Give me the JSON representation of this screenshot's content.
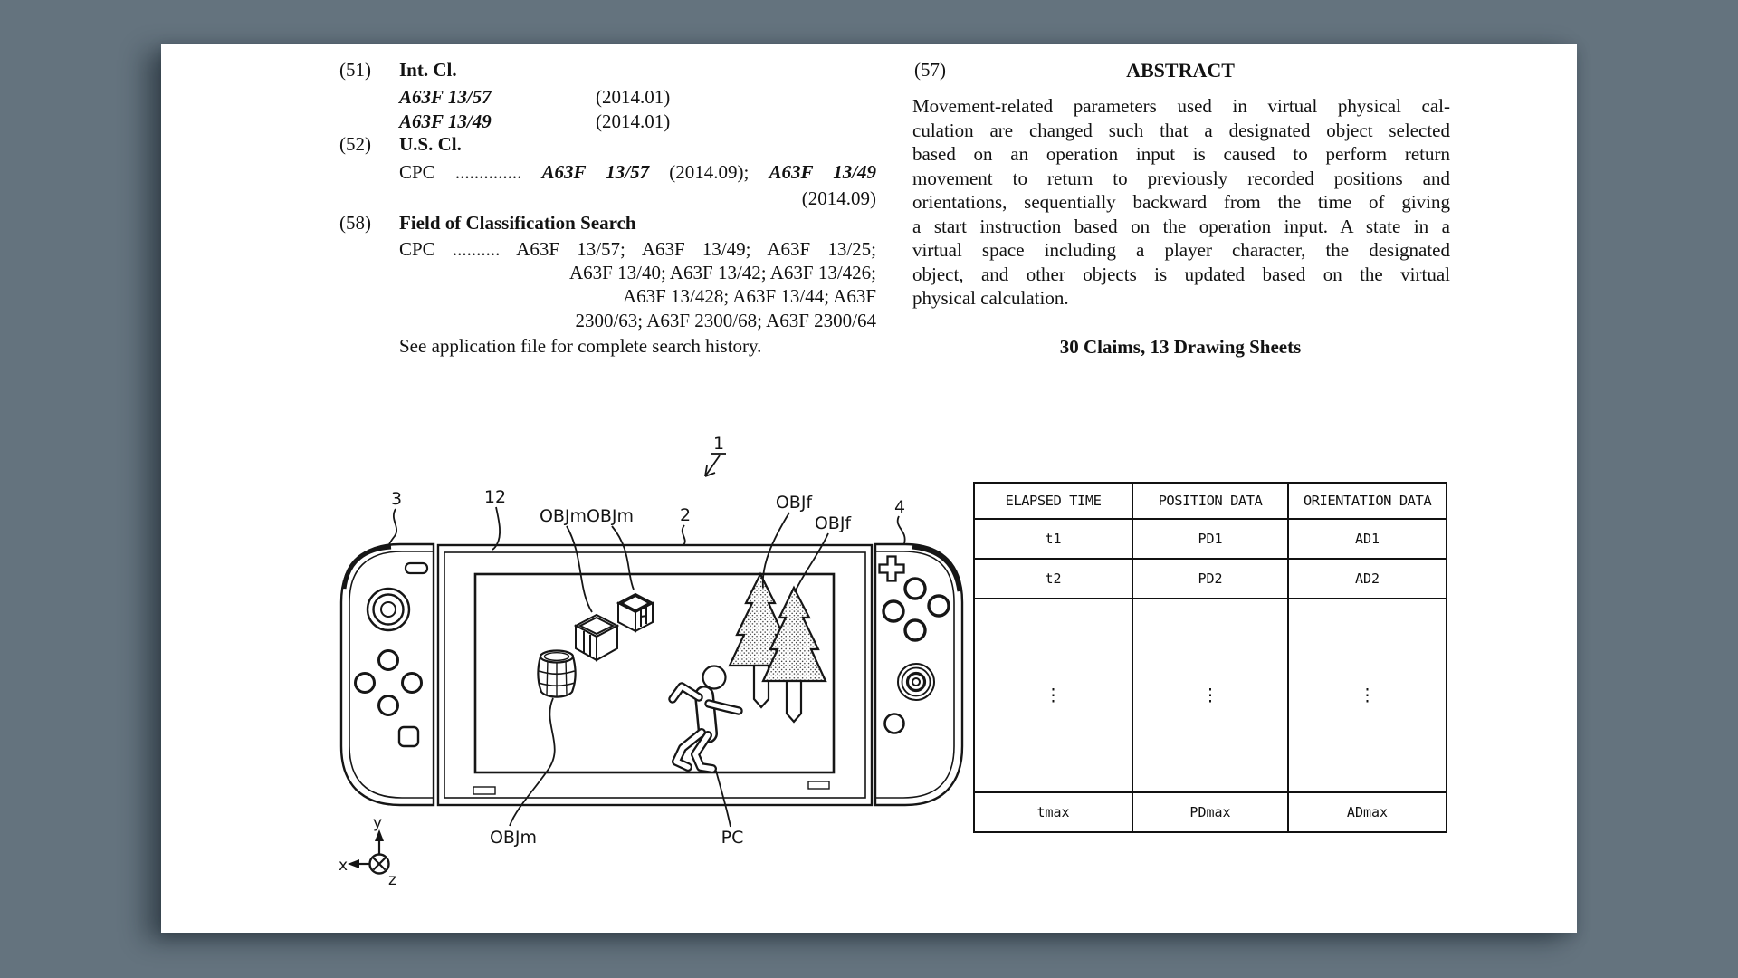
{
  "page": {
    "background_color": "#64737e",
    "paper_color": "#ffffff",
    "ink_color": "#121212"
  },
  "biblio": {
    "int_cl": {
      "field_num": "(51)",
      "title": "Int. Cl.",
      "entries": [
        {
          "code": "A63F 13/57",
          "date": "(2014.01)"
        },
        {
          "code": "A63F 13/49",
          "date": "(2014.01)"
        }
      ]
    },
    "us_cl": {
      "field_num": "(52)",
      "title": "U.S. Cl.",
      "cpc_label": "CPC",
      "leader_dots": "..............",
      "code1": "A63F 13/57",
      "date1": "(2014.09);",
      "code2": "A63F 13/49",
      "date2": "(2014.09)"
    },
    "field_of_search": {
      "field_num": "(58)",
      "title": "Field of Classification Search",
      "cpc_label": "CPC",
      "leader_dots": "..........",
      "lines": [
        "A63F 13/57; A63F 13/49; A63F 13/25;",
        "A63F 13/40; A63F 13/42; A63F 13/426;",
        "A63F 13/428; A63F 13/44; A63F",
        "2300/63; A63F 2300/68; A63F 2300/64"
      ],
      "note": "See application file for complete search history."
    }
  },
  "abstract": {
    "field_num": "(57)",
    "title": "ABSTRACT",
    "lines": [
      "Movement-related parameters used in virtual physical cal-",
      "culation are changed such that a designated object selected",
      "based on an operation input is caused to perform return",
      "movement to return to previously recorded positions and",
      "orientations, sequentially backward from the time of giving",
      "a start instruction based on the operation input. A state in a",
      "virtual space including a player character, the designated",
      "object, and other objects is updated based on the virtual",
      "physical calculation."
    ],
    "claims_note": "30 Claims, 13 Drawing Sheets"
  },
  "figure": {
    "ref_labels": {
      "device": "1",
      "left_controller": "3",
      "display": "12",
      "objm_top_left": "OBJm",
      "objm_top_right": "OBJm",
      "main_body": "2",
      "objf_left": "OBJf",
      "objf_right": "OBJf",
      "right_controller": "4",
      "objm_bottom": "OBJm",
      "player_character": "PC"
    },
    "axes": {
      "x": "x",
      "y": "y",
      "z": "z"
    },
    "table": {
      "headers": [
        "ELAPSED TIME",
        "POSITION DATA",
        "ORIENTATION DATA"
      ],
      "rows": [
        [
          "t1",
          "PD1",
          "AD1"
        ],
        [
          "t2",
          "PD2",
          "AD2"
        ],
        [
          "⋮",
          "⋮",
          "⋮"
        ],
        [
          "tmax",
          "PDmax",
          "ADmax"
        ]
      ]
    }
  }
}
